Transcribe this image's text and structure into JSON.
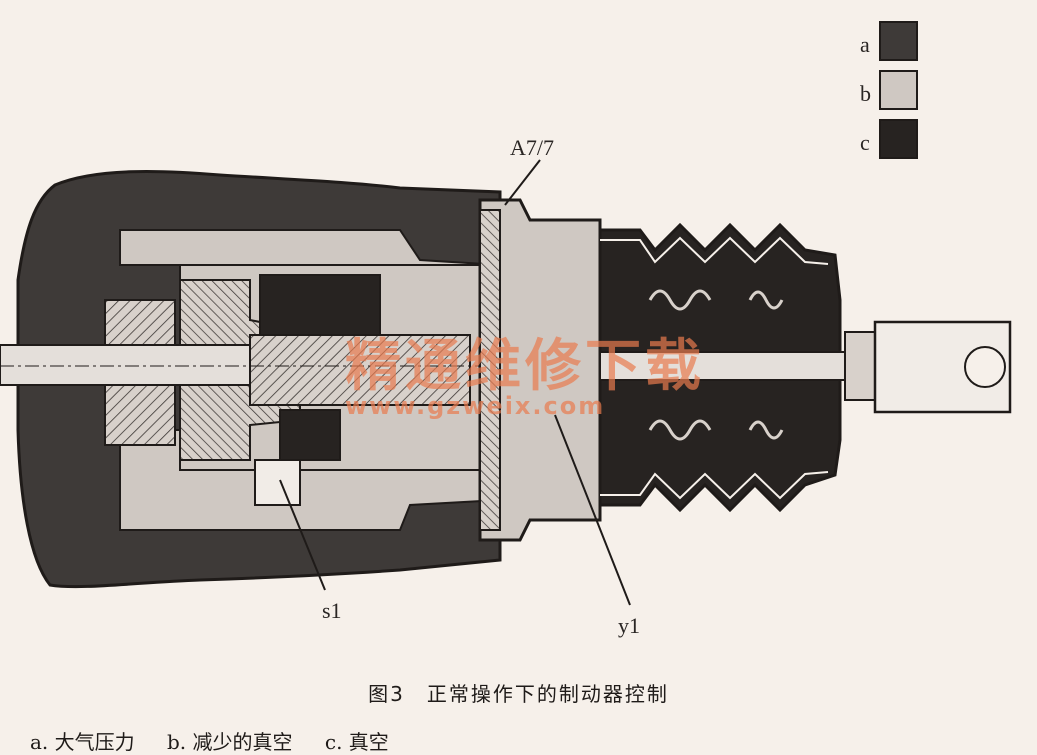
{
  "legend_swatches": [
    {
      "key": "a",
      "color": "#3e3a38"
    },
    {
      "key": "b",
      "color": "#cfc8c2"
    },
    {
      "key": "c",
      "color": "#272321"
    }
  ],
  "labels": {
    "housing": "A7/7",
    "sensor": "s1",
    "valve": "y1"
  },
  "watermark": {
    "cn": "精通维修下载",
    "url": "www.gzweix.com"
  },
  "caption": "图3　正常操作下的制动器控制",
  "legend_text": {
    "a": "a. 大气压力",
    "b": "b. 减少的真空",
    "c": "c. 真空"
  },
  "colors": {
    "atmospheric": "#3e3a38",
    "reduced_vacuum": "#cfc8c2",
    "vacuum": "#272321",
    "background": "#f6f0ea",
    "watermark": "#e87a4e"
  }
}
